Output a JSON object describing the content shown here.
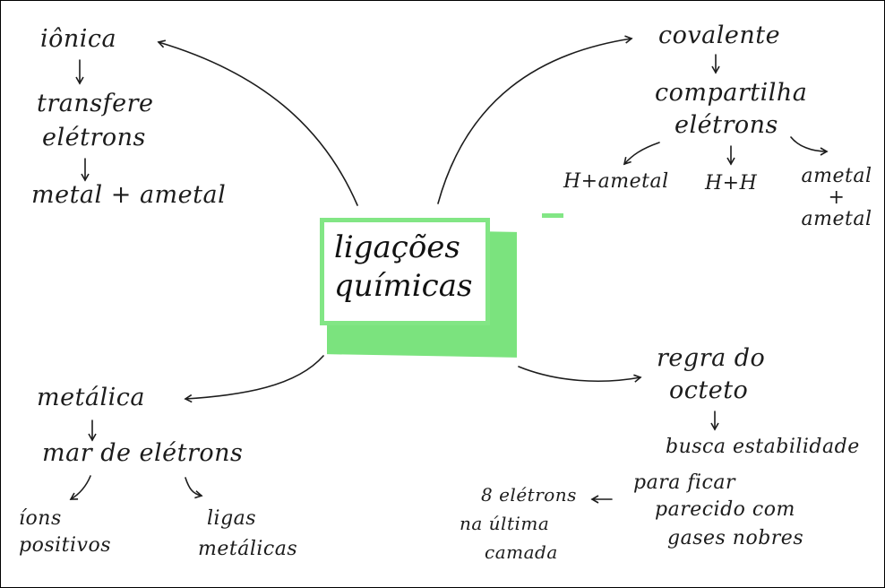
{
  "center": {
    "line1": "ligações",
    "line2": "químicas"
  },
  "ionica": {
    "title": "iônica",
    "step1_line1": "transfere",
    "step1_line2": "elétrons",
    "step2": "metal + ametal"
  },
  "covalente": {
    "title": "covalente",
    "step1_line1": "compartilha",
    "step1_line2": "elétrons",
    "branch_left": "H+ametal",
    "branch_mid": "H+H",
    "branch_right_line1": "ametal",
    "branch_right_plus": "+",
    "branch_right_line2": "ametal"
  },
  "metalica": {
    "title": "metálica",
    "step1": "mar de elétrons",
    "branch_left_line1": "íons",
    "branch_left_line2": "positivos",
    "branch_right_line1": "ligas",
    "branch_right_line2": "metálicas"
  },
  "octeto": {
    "title_line1": "regra do",
    "title_line2": "octeto",
    "step1": "busca estabilidade",
    "step2_line1": "para ficar",
    "step2_line2": "parecido com",
    "step2_line3": "gases nobres",
    "side_line1": "8 elétrons",
    "side_line2": "na última",
    "side_line3": "camada"
  },
  "colors": {
    "highlight": "#7be37e",
    "ink": "#1c1c1c"
  }
}
